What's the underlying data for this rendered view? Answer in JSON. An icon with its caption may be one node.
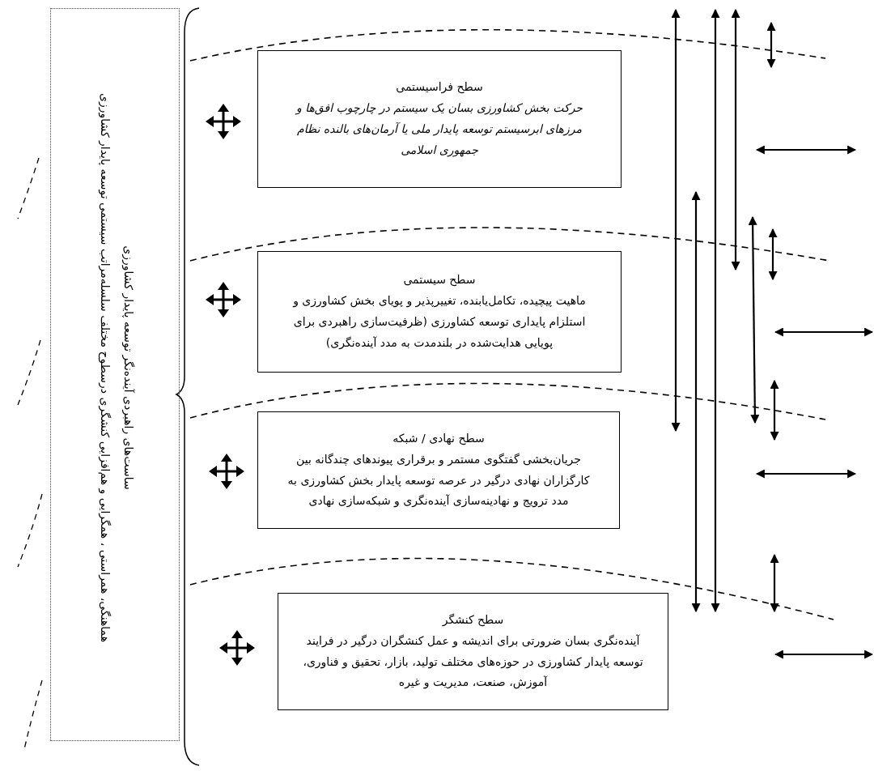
{
  "diagram": {
    "nodes": [
      {
        "text": [
          "ساست‌های راهبردی آینده‌نگر توسعه پایدار کشاورزی",
          "هماهنگی، همراستی ، همگرایی و هم‌افزایی کنشگری درسطوح مختلف سلسله‌مراتب سیستمی توسعه پایدار کشاورزی"
        ]
      },
      {
        "text": [
          "سطح فراسیستمی",
          "حرکت بخش کشاورزی بسان یک سیستم در چارچوب افق‌ها و مرزهای ابرسیستم توسعه پایدار ملی یا آرمان‌های بالنده نظام جمهوری اسلامی"
        ]
      },
      {
        "text": [
          "سطح سیستمی",
          "ماهیت پیچیده، تکامل‌یابنده، تغییرپذیر و پویای بخش کشاورزی و استلزام پایداری توسعه کشاورزی (ظرفیت‌سازی راهبردی برای پویایی هدایت‌شده در بلندمدت به مدد آینده‌نگری)"
        ]
      },
      {
        "text": [
          "سطح نهادی / شبکه",
          "جریان‌بخشی گفتگوی مستمر و برقراری پیوندهای چندگانه بین کارگزاران نهادی درگیر در عرصه توسعه پایدار بخش کشاورزی به مدد ترویج و نهادینه‌سازی آینده‌نگری و شبکه‌سازی نهادی"
        ]
      },
      {
        "text": [
          "سطح کنشگر",
          "آینده‌نگری بسان ضرورتی برای اندیشه و عمل کنشگران درگیر در فرایند توسعه پایدار کشاورزی در حوزه‌های مختلف تولید، بازار، تحقیق و فناوری، آموزش، صنعت، مدیریت و غیره"
        ]
      }
    ]
  }
}
